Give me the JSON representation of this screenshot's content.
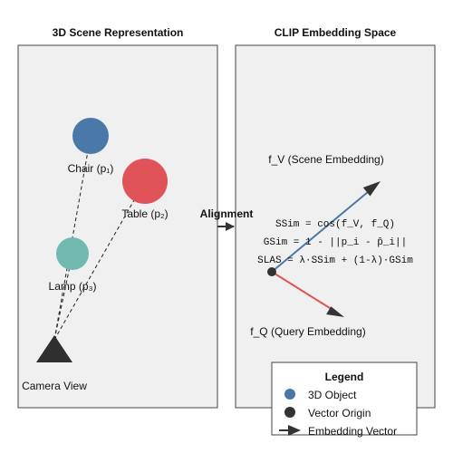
{
  "panels": {
    "left_title": "3D Scene Representation",
    "right_title": "CLIP Embedding Space"
  },
  "objects": [
    {
      "label": "Chair (p₁)",
      "color": "#4a78a8"
    },
    {
      "label": "Table (p₂)",
      "color": "#e05358"
    },
    {
      "label": "Lamp (p₃)",
      "color": "#72b9b1"
    }
  ],
  "camera": {
    "label": "Camera View",
    "color": "#2f2f2f"
  },
  "alignment": {
    "label": "Alignment"
  },
  "embedding": {
    "scene_label": "f_V (Scene Embedding)",
    "query_label": "f_Q (Query Embedding)",
    "scene_color": "#4a78a8",
    "query_color": "#e05358"
  },
  "formulas": [
    "SSim = cos(f_V, f_Q)",
    "GSim = 1 - ||p_i - p̂_i||",
    "SLAS = λ·SSim + (1-λ)·GSim"
  ],
  "legend": {
    "title": "Legend",
    "items": [
      {
        "label": "3D Object",
        "icon": "circle",
        "color": "#4a78a8"
      },
      {
        "label": "Vector Origin",
        "icon": "circle",
        "color": "#333333"
      },
      {
        "label": "Embedding Vector",
        "icon": "arrow",
        "color": "#333333"
      }
    ]
  }
}
